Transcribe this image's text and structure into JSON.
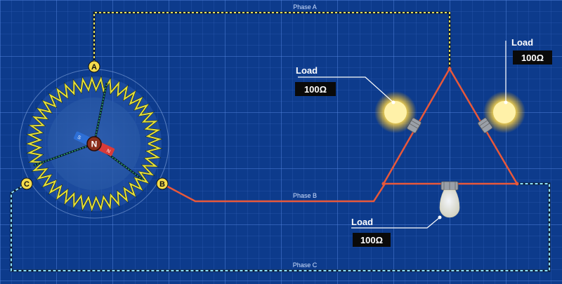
{
  "wires": {
    "phase_a": "Phase A",
    "phase_b": "Phase B",
    "phase_c": "Phase C"
  },
  "generator": {
    "terminals": {
      "a": "A",
      "b": "B",
      "c": "C"
    },
    "rotor": {
      "center": "N",
      "pole_south": "S",
      "pole_north": "N"
    }
  },
  "loads": [
    {
      "title": "Load",
      "value": "100Ω"
    },
    {
      "title": "Load",
      "value": "100Ω"
    },
    {
      "title": "Load",
      "value": "100Ω"
    }
  ],
  "colors": {
    "phase_a": "#f0e45a",
    "phase_b": "#e8583a",
    "phase_c": "#7fd4f5",
    "coil": "#e6e03c",
    "bulb": "#ffe27a"
  }
}
